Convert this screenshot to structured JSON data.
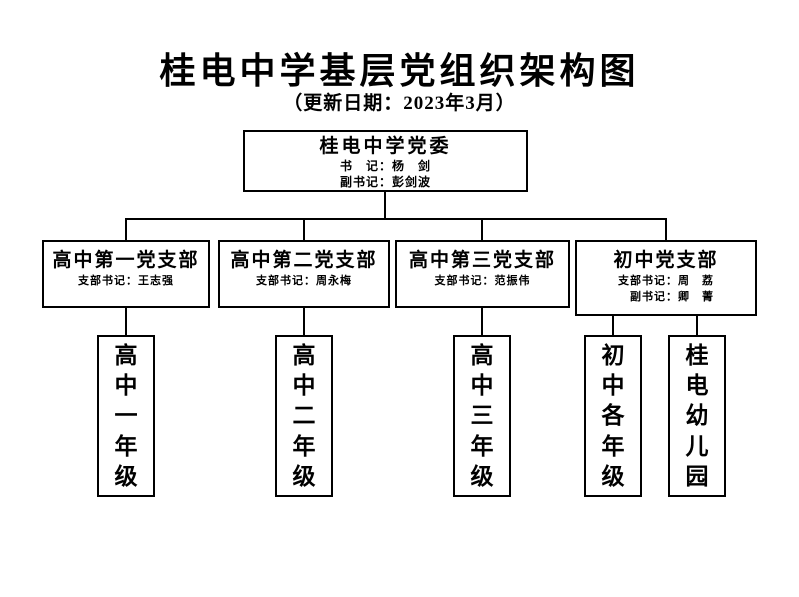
{
  "title": "桂电中学基层党组织架构图",
  "subtitle": "（更新日期：2023年3月）",
  "committee": {
    "name": "桂电中学党委",
    "lines": [
      "书　记：杨　剑",
      "副书记：彭剑波"
    ]
  },
  "branches": [
    {
      "name": "高中第一党支部",
      "lines": [
        "支部书记：王志强"
      ]
    },
    {
      "name": "高中第二党支部",
      "lines": [
        "支部书记：周永梅"
      ]
    },
    {
      "name": "高中第三党支部",
      "lines": [
        "支部书记：范振伟"
      ]
    },
    {
      "name": "初中党支部",
      "lines": [
        "支部书记：周　荔",
        "副书记：卿　菁"
      ]
    }
  ],
  "grades": [
    {
      "name": "高中一年级",
      "chars": [
        "高",
        "中",
        "一",
        "年",
        "级"
      ]
    },
    {
      "name": "高中二年级",
      "chars": [
        "高",
        "中",
        "二",
        "年",
        "级"
      ]
    },
    {
      "name": "高中三年级",
      "chars": [
        "高",
        "中",
        "三",
        "年",
        "级"
      ]
    },
    {
      "name": "初中各年级",
      "chars": [
        "初",
        "中",
        "各",
        "年",
        "级"
      ]
    },
    {
      "name": "桂电幼儿园",
      "chars": [
        "桂",
        "电",
        "幼",
        "儿",
        "园"
      ]
    }
  ],
  "colors": {
    "line": "#000000",
    "text": "#000000",
    "background": "#ffffff"
  }
}
